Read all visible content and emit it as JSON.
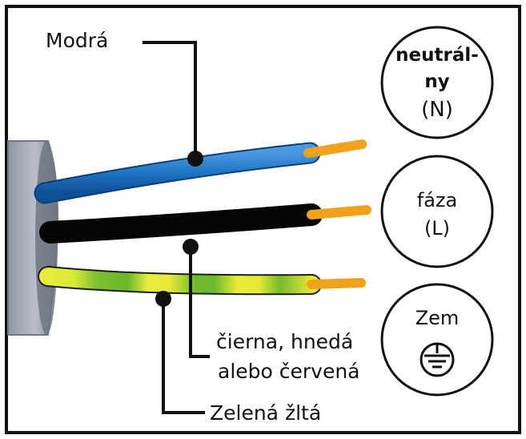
{
  "labels": {
    "blue_wire": "Modrá",
    "black_wire_line1": "čierna,  hnedá",
    "black_wire_line2": "alebo červená",
    "green_wire": "Zelená žltá"
  },
  "circles": {
    "neutral": {
      "line1": "neutrál-",
      "line2": "ny",
      "line3": "(N)"
    },
    "phase": {
      "line1": "fáza",
      "line2": "(L)"
    },
    "ground": {
      "line1": "Zem",
      "icon": "ground-symbol-icon"
    }
  },
  "colors": {
    "blue_wire": "#1f78c8",
    "black_wire": "#111111",
    "green_yellow_wire_green": "#74b928",
    "green_yellow_wire_yellow": "#ece631",
    "copper": "#f0a21a",
    "cable_sheath": "#a7adb7"
  }
}
